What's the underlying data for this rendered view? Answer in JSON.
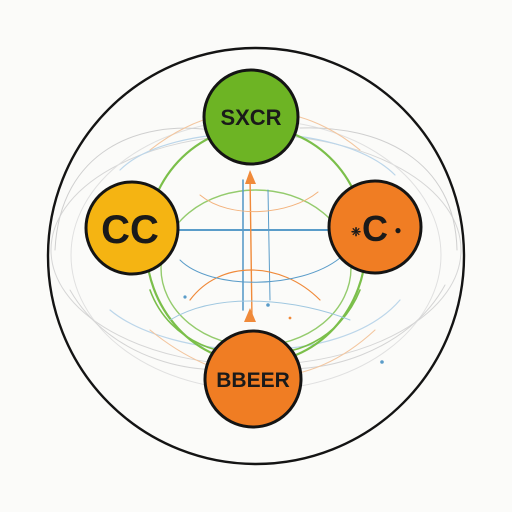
{
  "diagram": {
    "colors": {
      "background": "#fbfbf9",
      "outline": "#141414",
      "green": "#6db424",
      "yellow": "#f5b412",
      "orange": "#f07d23",
      "link_green": "#7bbf4a",
      "link_blue": "#5a9cc9",
      "link_orange": "#f08a3a"
    },
    "nodes": {
      "top": {
        "label": "SXCR",
        "color": "green"
      },
      "left": {
        "label": "CC",
        "color": "yellow"
      },
      "right": {
        "label": "C",
        "prefix": "❈",
        "suffix": "●",
        "color": "orange"
      },
      "bottom": {
        "label": "BBEER",
        "color": "orange"
      }
    }
  }
}
